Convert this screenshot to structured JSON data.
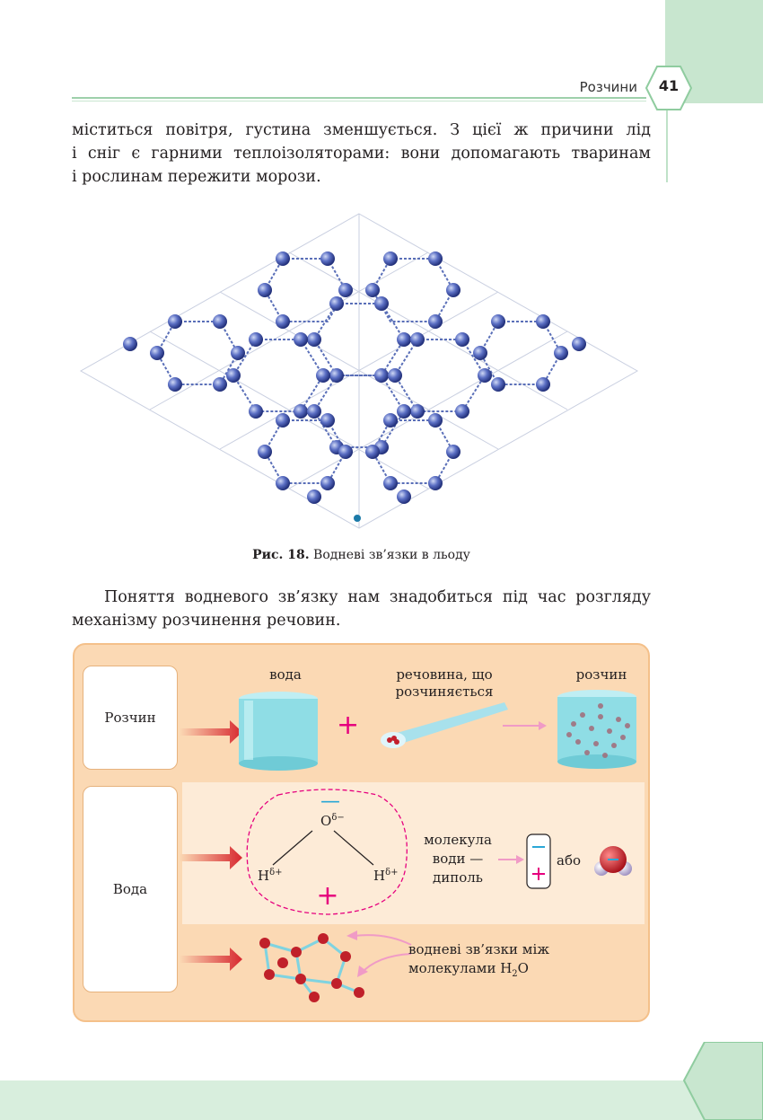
{
  "header": {
    "section": "Розчини",
    "page_number": "41"
  },
  "intro_lines": [
    "міститься повітря, густина зменшується. З цієї ж причини лід",
    "і сніг є гарними теплоізоляторами: вони допомагають тваринам",
    "і рослинам пережити морози."
  ],
  "figure": {
    "caption_bold": "Рис. 18.",
    "caption_text": " Водневі зв’язки в льоду"
  },
  "para2_lines": [
    "Поняття водневого зв’язку нам знадобиться під час розгляду",
    "механізму розчинення речовин."
  ],
  "scheme": {
    "row1": {
      "label": "Розчин",
      "water": "вода",
      "substance_line1": "речовина, що",
      "substance_line2": "розчиняється",
      "solution": "розчин",
      "plus": "+"
    },
    "row2": {
      "label": "Вода",
      "o": "O",
      "o_charge": "δ−",
      "h": "H",
      "h_charge": "δ+",
      "minus": "—",
      "plus": "+",
      "dipole_line1": "молекула",
      "dipole_line2": "води —",
      "dipole_line3": "диполь",
      "or": "або"
    },
    "row3": {
      "bonds_line1": "водневі зв’язки між",
      "bonds_line2_pre": "молекулами H",
      "bonds_sub": "2",
      "bonds_line2_post": "O"
    }
  },
  "colors": {
    "accent_green": "#c8e6cf",
    "scheme_bg": "#fbd9b4",
    "arrow_red": "#d7282f",
    "magenta": "#e6007e",
    "cyan": "#2aa7d6"
  }
}
